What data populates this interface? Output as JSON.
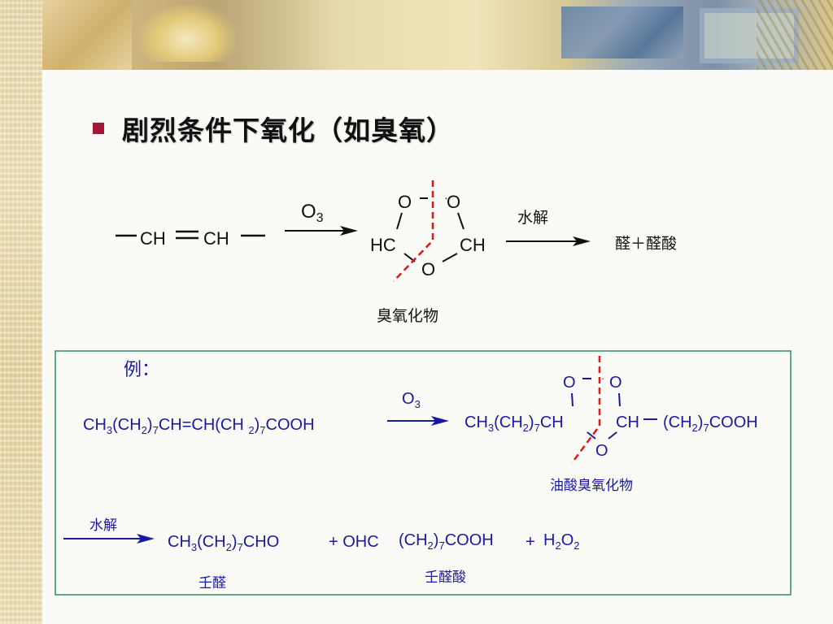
{
  "slide": {
    "title": "剧烈条件下氧化（如臭氧）"
  },
  "top_reaction": {
    "reactant_left": "CH",
    "reactant_right": "CH",
    "reagent": "O",
    "reagent_sub": "3",
    "ozonide_o_top_left": "O",
    "ozonide_o_top_right": "O",
    "ozonide_left_carbon": "HC",
    "ozonide_right_carbon": "CH",
    "ozonide_o_bottom": "O",
    "ozonide_label": "臭氧化物",
    "hydrolysis_label": "水解",
    "products": "醛＋醛酸"
  },
  "example": {
    "label": "例：",
    "oleic": {
      "p1": "CH",
      "s1": "3",
      "p2": "(CH",
      "s2": "2",
      "p3": ")",
      "s3": "7",
      "p4": "CH=CH(CH ",
      "s4": "2",
      "p5": ")",
      "s5": "7",
      "p6": "COOH"
    },
    "reagent": "O",
    "reagent_sub": "3",
    "ozonide_left": {
      "p1": "CH",
      "s1": "3",
      "p2": "(CH",
      "s2": "2",
      "p3": ")",
      "s3": "7",
      "p4": "CH"
    },
    "ozonide_o_top_left": "O",
    "ozonide_o_top_right": "O",
    "ozonide_o_bottom": "O",
    "ozonide_right_carbon": "CH",
    "ozonide_right": {
      "p1": "(CH",
      "s1": "2",
      "p2": ")",
      "s2": "7",
      "p3": "COOH"
    },
    "ozonide_label": "油酸臭氧化物",
    "hydrolysis_label": "水解",
    "product1": {
      "p1": "CH",
      "s1": "3",
      "p2": "(CH",
      "s2": "2",
      "p3": ")",
      "s3": "7",
      "p4": "CHO"
    },
    "plus1": "+ OHC",
    "product2": {
      "p1": "(CH",
      "s1": "2",
      "p2": ")",
      "s2": "7",
      "p3": "COOH"
    },
    "plus2": "+",
    "peroxide": {
      "p1": "H",
      "s1": "2",
      "p2": "O",
      "s2": "2"
    },
    "product1_label": "壬醛",
    "product2_label": "壬醛酸"
  },
  "colors": {
    "accent_bullet": "#a3163a",
    "cleavage_line": "#e01818",
    "box_border": "#2f8a6a",
    "formula_text": "#1a1aa0",
    "arrow": "#1a1a1a"
  }
}
